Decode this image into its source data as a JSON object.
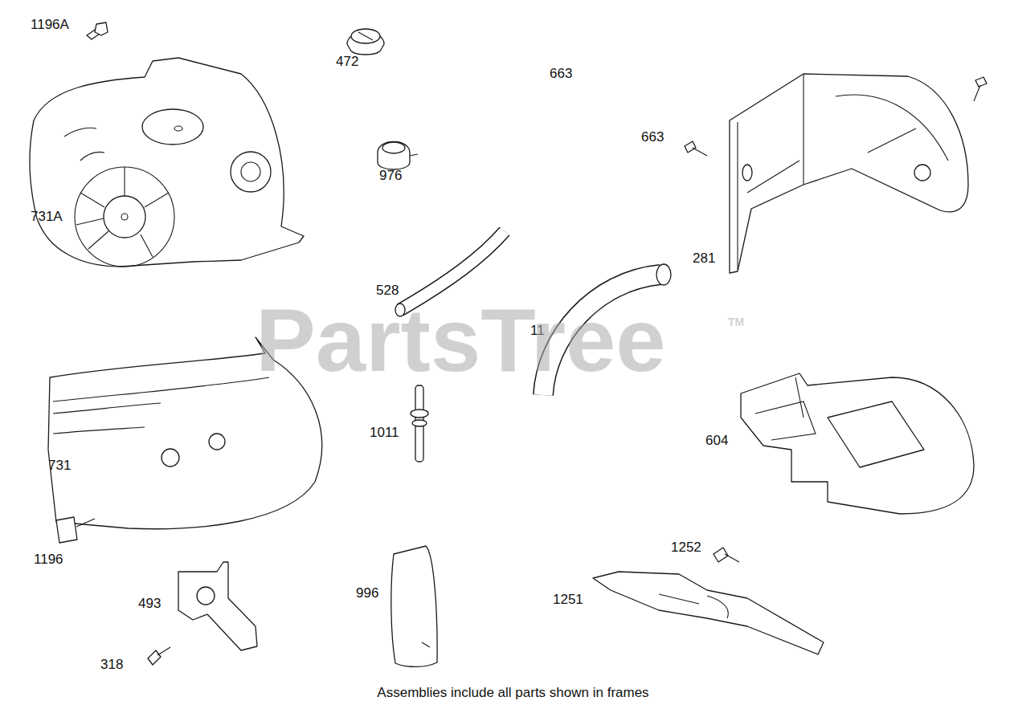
{
  "diagram": {
    "caption": "Assemblies include all parts shown in frames",
    "labels": [
      "1196A",
      "472",
      "663",
      "663",
      "976",
      "731A",
      "528",
      "11",
      "281",
      "731",
      "1011",
      "604",
      "1196",
      "493",
      "996",
      "1252",
      "1251",
      "318",
      "PartsTree",
      "TM"
    ]
  }
}
